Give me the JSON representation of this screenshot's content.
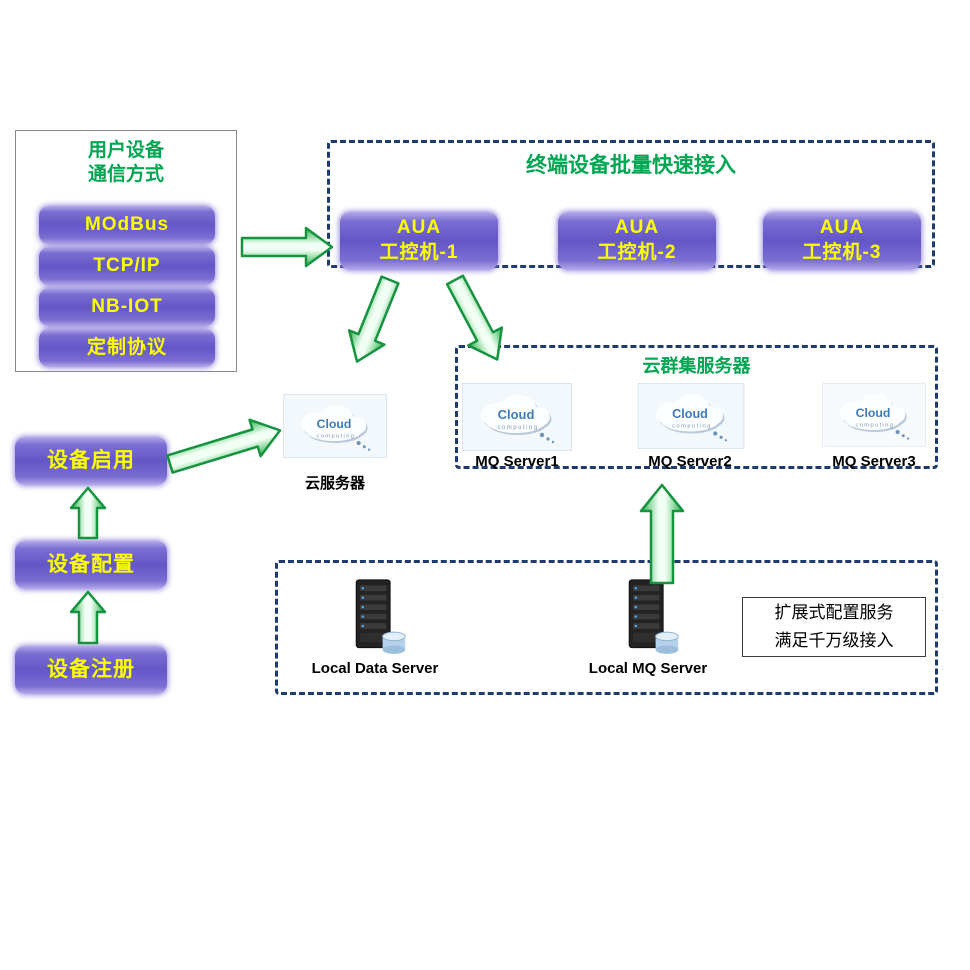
{
  "colors": {
    "title_green": "#00a651",
    "panel_navy": "#1e3a6e",
    "pill_purple": "#6356c6",
    "pill_text_yellow": "#fcff00",
    "arrow_green": "#2eb24e"
  },
  "user_device_panel": {
    "title_line1": "用户设备",
    "title_line2": "通信方式",
    "items": [
      "MOdBus",
      "TCP/IP",
      "NB-IOT",
      "定制协议"
    ]
  },
  "terminal_panel": {
    "title": "终端设备批量快速接入",
    "nodes": [
      {
        "line1": "AUA",
        "line2": "工控机-1"
      },
      {
        "line1": "AUA",
        "line2": "工控机-2"
      },
      {
        "line1": "AUA",
        "line2": "工控机-3"
      }
    ]
  },
  "cloud_icon": {
    "title": "Cloud",
    "subtitle": "computing"
  },
  "cloud_server": {
    "label": "云服务器"
  },
  "cluster_panel": {
    "title": "云群集服务器",
    "servers": [
      "MQ Server1",
      "MQ Server2",
      "MQ Server3"
    ]
  },
  "device_flow": {
    "steps": [
      "设备启用",
      "设备配置",
      "设备注册"
    ]
  },
  "local_panel": {
    "data_server_label": "Local Data Server",
    "mq_server_label": "Local MQ Server",
    "note_line1": "扩展式配置服务",
    "note_line2": "满足千万级接入"
  }
}
